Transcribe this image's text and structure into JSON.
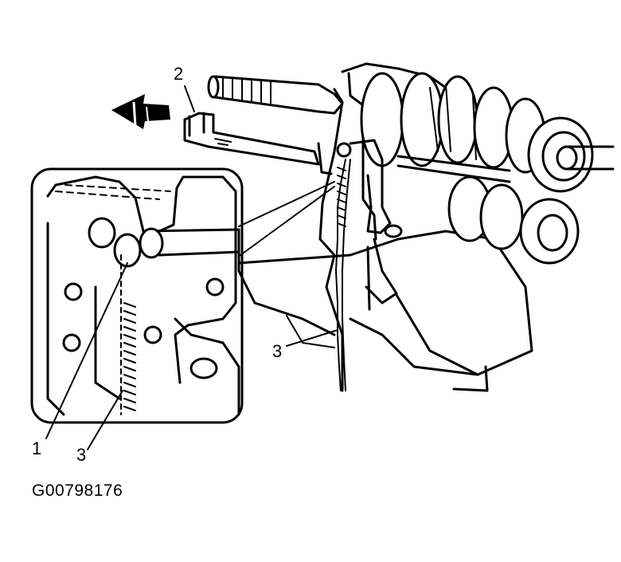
{
  "diagram": {
    "callouts": {
      "c1": "1",
      "c2": "2",
      "c3_main": "3",
      "c3_inset": "3"
    },
    "figure_id": "G00798176"
  }
}
